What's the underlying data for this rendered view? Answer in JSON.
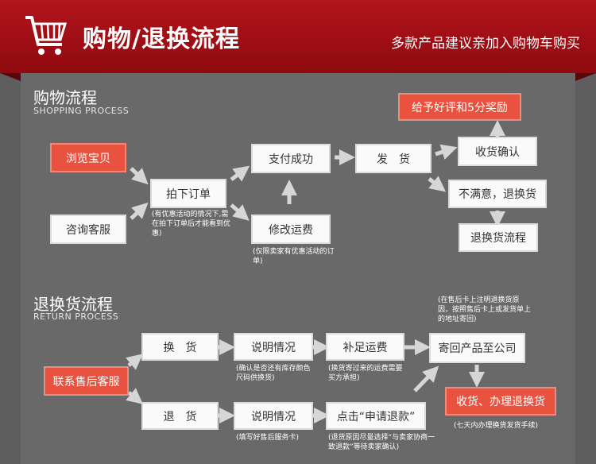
{
  "header": {
    "title": "购物/退换流程",
    "subtitle": "多款产品建议亲加入购物车购买"
  },
  "colors": {
    "banner": "#a5111a",
    "accent_box": "#e8523e",
    "panel": "#696969"
  },
  "shopping": {
    "title": "购物流程",
    "title_en": "SHOPPING PROCESS",
    "browse": "浏览宝贝",
    "consult": "咨询客服",
    "place_order": "拍下订单",
    "place_order_note": "(有优惠活动的情况下,需在拍下订单后才能看到优惠)",
    "paid": "支付成功",
    "modify_shipping": "修改运费",
    "modify_note": "(仅限卖家有优惠活动的订单)",
    "ship": "发　货",
    "confirm": "收货确认",
    "review": "给予好评和5分奖励",
    "unsatisfied": "不满意，退换货",
    "return_flow": "退换货流程"
  },
  "returns": {
    "title": "退换货流程",
    "title_en": "RETURN PROCESS",
    "contact": "联系售后客服",
    "exchange": "换　货",
    "refund": "退　货",
    "explain1": "说明情况",
    "explain1_note": "(确认是否还有库存颜色尺码供换货)",
    "explain2": "说明情况",
    "explain2_note": "(填写好售后服务卡)",
    "add_shipping": "补足运费",
    "add_note": "(换货寄过来的运费需要买方承担)",
    "apply": "点击“申请退款”",
    "apply_note": "(退货原因尽量选择“与卖家协商一致退款”等待卖家确认)",
    "send_back": "寄回产品至公司",
    "send_back_note": "(在售后卡上注明退换货原因，按照售后卡上或发货单上的地址寄回)",
    "finish": "收货、办理退换货",
    "finish_note": "(七天内办理换货发货手续)"
  }
}
